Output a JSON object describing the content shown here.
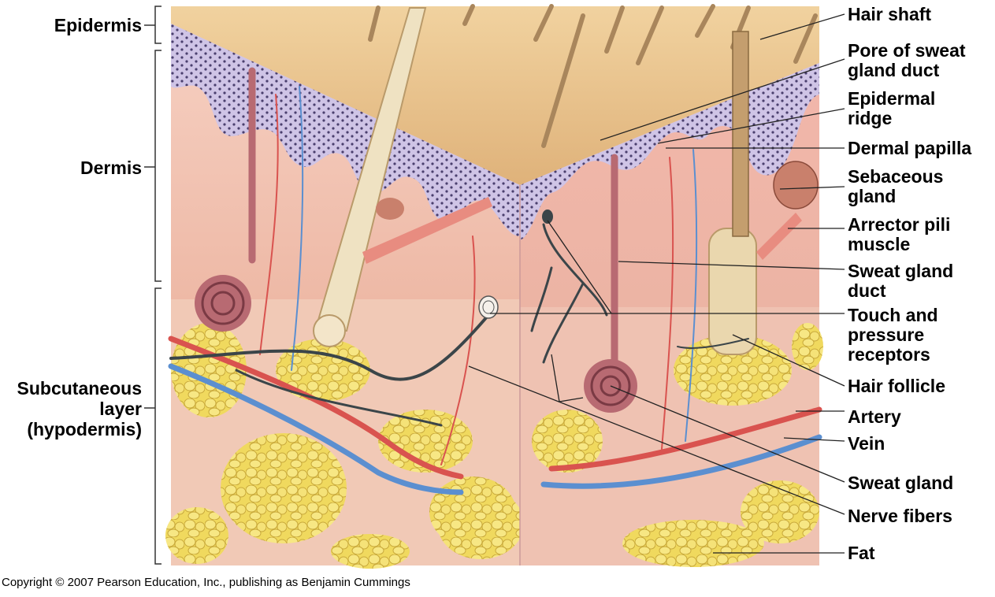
{
  "layers": {
    "epidermis": "Epidermis",
    "dermis": "Dermis",
    "subcutaneous_line1": "Subcutaneous",
    "subcutaneous_line2": "layer",
    "subcutaneous_line3": "(hypodermis)"
  },
  "callouts": [
    {
      "id": "hair-shaft",
      "line1": "Hair shaft",
      "line2": ""
    },
    {
      "id": "pore-of-sweat-gland-duct",
      "line1": "Pore of sweat",
      "line2": "gland duct"
    },
    {
      "id": "epidermal-ridge",
      "line1": "Epidermal",
      "line2": "ridge"
    },
    {
      "id": "dermal-papilla",
      "line1": "Dermal papilla",
      "line2": ""
    },
    {
      "id": "sebaceous-gland",
      "line1": "Sebaceous",
      "line2": "gland"
    },
    {
      "id": "arrector-pili-muscle",
      "line1": "Arrector pili",
      "line2": "muscle"
    },
    {
      "id": "sweat-gland-duct",
      "line1": "Sweat gland",
      "line2": "duct"
    },
    {
      "id": "touch-and-pressure-receptors",
      "line1": "Touch and",
      "line2": "pressure",
      "line3": "receptors"
    },
    {
      "id": "hair-follicle",
      "line1": "Hair follicle",
      "line2": ""
    },
    {
      "id": "artery",
      "line1": "Artery",
      "line2": ""
    },
    {
      "id": "vein",
      "line1": "Vein",
      "line2": ""
    },
    {
      "id": "sweat-gland",
      "line1": "Sweat gland",
      "line2": ""
    },
    {
      "id": "nerve-fibers",
      "line1": "Nerve fibers",
      "line2": ""
    },
    {
      "id": "fat",
      "line1": "Fat",
      "line2": ""
    }
  ],
  "copyright": "Copyright © 2007 Pearson Education, Inc., publishing as Benjamin Cummings",
  "colors": {
    "epidermis_surface": "#e9c48e",
    "epidermis_cells": "#c9bde0",
    "dermis": "#f2c4b4",
    "dermis_dark": "#e8a89a",
    "hypodermis": "#f0c7b5",
    "fat": "#f3df6a",
    "fat_outline": "#c9a93a",
    "artery": "#d9534f",
    "vein": "#5b8fd0",
    "nerve": "#3a4448",
    "hair": "#a8845a",
    "sweat_gland": "#b86a72"
  }
}
